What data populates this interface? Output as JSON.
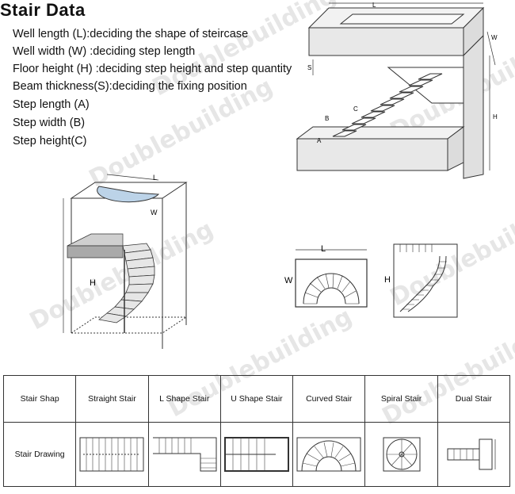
{
  "title": "Stair Data",
  "definitions": [
    "Well length (L):deciding the shape of steircase",
    "Well width (W) :deciding step length",
    "Floor height (H) :deciding step height and step quantity",
    "Beam thickness(S):deciding the fixing position",
    "Step length (A)",
    "Step width (B)",
    "Step height(C)"
  ],
  "watermark": "Doublebuilding",
  "top_diagram": {
    "L": "L",
    "W": "W",
    "S": "S",
    "H": "H",
    "A": "A",
    "B": "B",
    "C": "C"
  },
  "spiral_diagram": {
    "L": "L",
    "W": "W",
    "H": "H"
  },
  "curved_plan": {
    "L": "L",
    "W": "W"
  },
  "curved_elevation": {
    "H": "H"
  },
  "table": {
    "row_header": "Stair Shap",
    "row_drawing": "Stair Drawing",
    "columns": [
      "Straight Stair",
      "L Shape Stair",
      "U Shape Stair",
      "Curved Stair",
      "Spiral Stair",
      "Dual Stair"
    ]
  }
}
